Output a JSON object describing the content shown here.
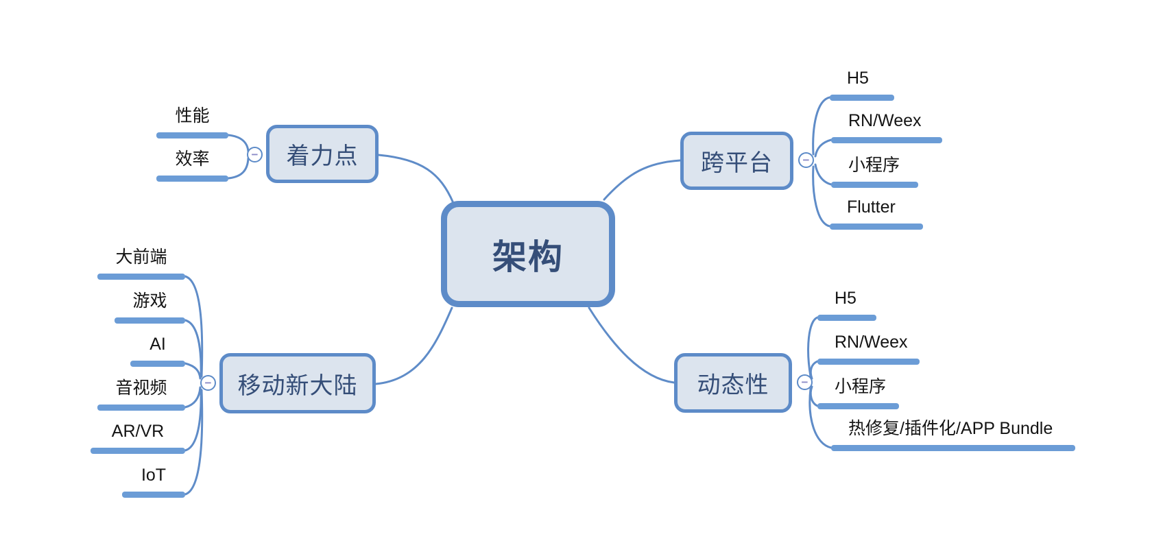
{
  "root": {
    "label": "架构"
  },
  "branches": [
    {
      "label": "着力点",
      "side": "left",
      "children": [
        {
          "label": "性能"
        },
        {
          "label": "效率"
        }
      ]
    },
    {
      "label": "移动新大陆",
      "side": "left",
      "children": [
        {
          "label": "大前端"
        },
        {
          "label": "游戏"
        },
        {
          "label": "AI"
        },
        {
          "label": "音视频"
        },
        {
          "label": "AR/VR"
        },
        {
          "label": "IoT"
        }
      ]
    },
    {
      "label": "跨平台",
      "side": "right",
      "children": [
        {
          "label": "H5"
        },
        {
          "label": "RN/Weex"
        },
        {
          "label": "小程序"
        },
        {
          "label": "Flutter"
        }
      ]
    },
    {
      "label": "动态性",
      "side": "right",
      "children": [
        {
          "label": "H5"
        },
        {
          "label": "RN/Weex"
        },
        {
          "label": "小程序"
        },
        {
          "label": "热修复/插件化/APP Bundle"
        }
      ]
    }
  ],
  "icons": {
    "collapse_glyph": "−"
  },
  "colors": {
    "node_fill": "#dce4ee",
    "node_border": "#5d8bc8",
    "connector": "#5f8cc8",
    "underline": "#6b9cd6",
    "node_text": "#354e78",
    "child_text": "#141414",
    "collapse_color": "#8b8bc7",
    "bg": "#ffffff"
  }
}
